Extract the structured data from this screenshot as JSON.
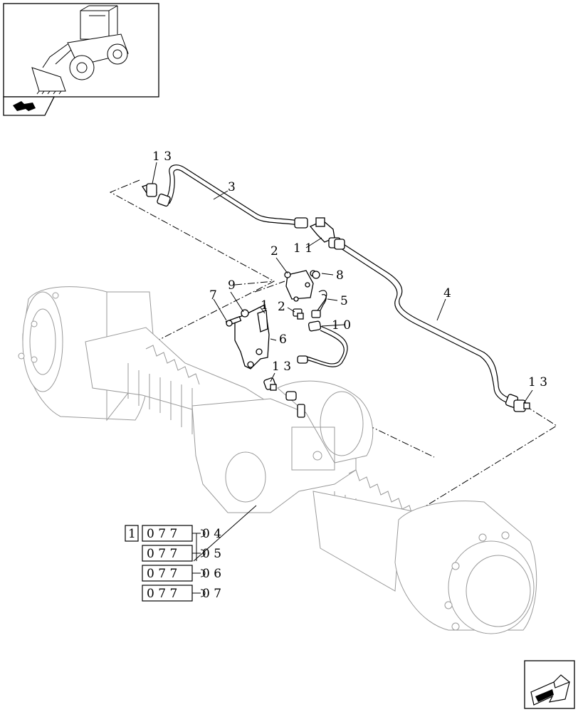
{
  "callouts": {
    "c13a": "1 3",
    "c3": "3",
    "c2a": "2",
    "c11": "1 1",
    "c8": "8",
    "c4": "4",
    "c7": "7",
    "c9": "9",
    "c1": "1",
    "c2b": "2",
    "c5": "5",
    "c10": "1 0",
    "c6": "6",
    "c13b": "1 3",
    "c13c": "1 3"
  },
  "references": {
    "badge": "1",
    "rows": [
      {
        "code": "0 7 7",
        "suffix": "0 4"
      },
      {
        "code": "0 7 7",
        "suffix": "0 5"
      },
      {
        "code": "0 7 7",
        "suffix": "0 6"
      },
      {
        "code": "0 7 7",
        "suffix": "0 7"
      }
    ]
  },
  "icons": {
    "thumbnail": "wheel-loader-thumbnail",
    "nav_back": "back-arrow-icon",
    "nav_next": "next-page-arrow-icon"
  }
}
